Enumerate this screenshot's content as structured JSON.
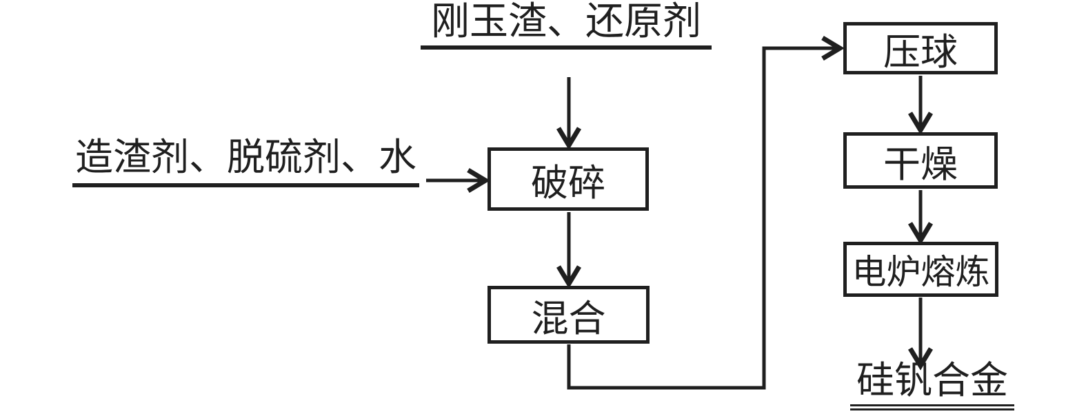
{
  "colors": {
    "ink": "#1f1f1f",
    "background": "#ffffff"
  },
  "flowchart": {
    "inputs": {
      "top_feed": "刚玉渣、还原剂",
      "left_feed": "造渣剂、脱硫剂、水"
    },
    "steps": {
      "crush": "破碎",
      "mix": "混合",
      "briquette": "压球",
      "dry": "干燥",
      "smelt": "电炉熔炼"
    },
    "product": "硅钒合金"
  }
}
